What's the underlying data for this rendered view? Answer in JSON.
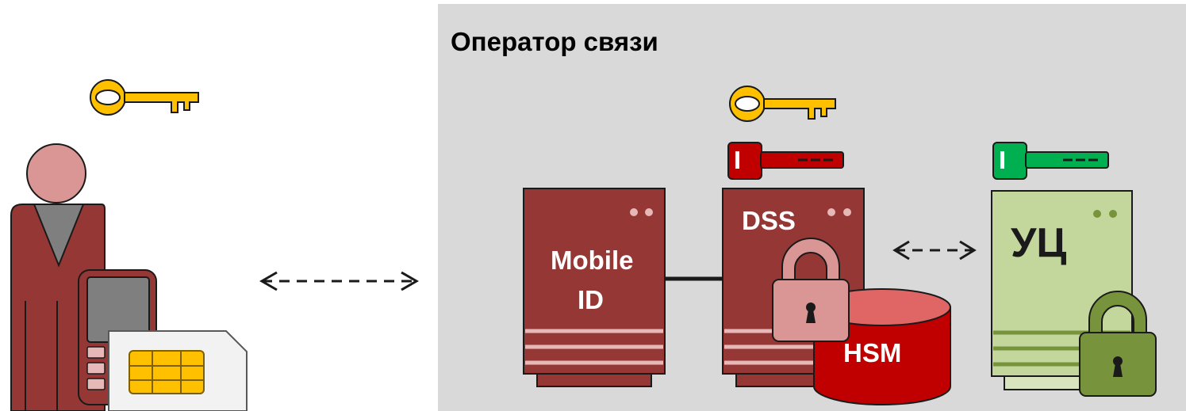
{
  "operator": {
    "title": "Оператор связи"
  },
  "servers": {
    "mobile_id": {
      "line1": "Mobile",
      "line2": "ID"
    },
    "dss": {
      "label": "DSS"
    },
    "ca": {
      "label": "УЦ"
    }
  },
  "hsm": {
    "label": "HSM"
  },
  "icons": {
    "user": "person-icon",
    "phone": "mobile-phone-icon",
    "sim": "sim-card-icon",
    "user_key": "key-icon",
    "dss_key_gold": "key-icon",
    "dss_key_red": "key-icon",
    "ca_key": "key-icon",
    "padlock": "padlock-icon"
  },
  "colors": {
    "operator_bg": "#d9d9d9",
    "server_red": "#953735",
    "server_stripes": "#e6b9b8",
    "ca_green_bg": "#c3d69b",
    "ca_green_stripes": "#77933c",
    "hsm_red": "#c00000",
    "hsm_top": "#e06666",
    "gold_key": "#ffc000",
    "red_key": "#c00000",
    "green_key": "#00b050",
    "padlock_pink": "#d99694",
    "padlock_green": "#77933c"
  }
}
